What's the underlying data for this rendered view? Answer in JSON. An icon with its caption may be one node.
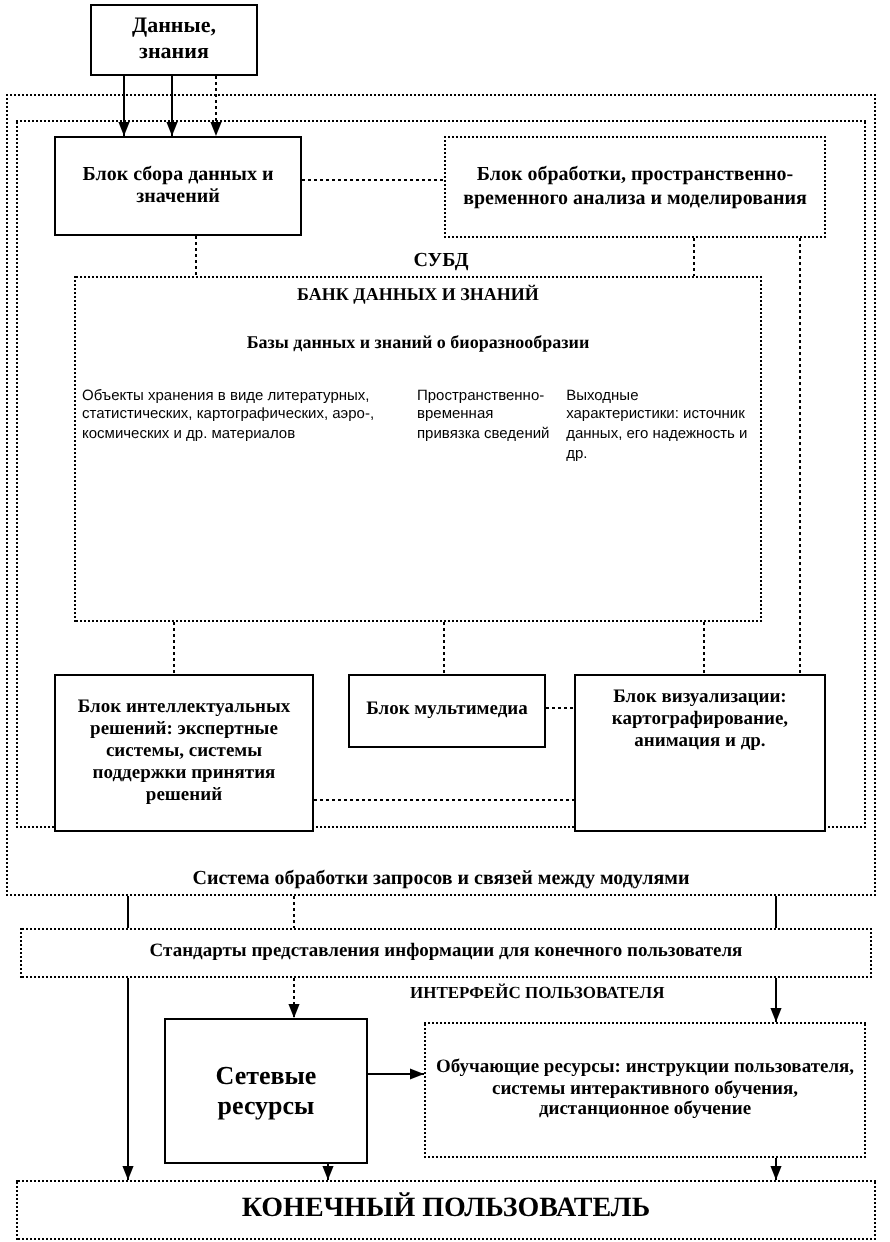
{
  "diagram": {
    "nodes": [
      {
        "text": [
          "Данные, знания"
        ]
      },
      {
        "text": [
          "Система обработки запросов и связей между модулями"
        ]
      },
      {
        "text": [
          "СУБД"
        ],
        "in": 1
      },
      {
        "text": [
          "Блок сбора данных и значений"
        ],
        "in": 2
      },
      {
        "text": [
          "Блок обработки, пространственно-временного анализа и моделирования"
        ],
        "in": 2
      },
      {
        "text": [
          "БАНК ДАННЫХ И ЗНАНИЙ",
          "Базы данных и знаний о биоразнообразии",
          "Объекты хранения в виде литературных, статистических, картографических, аэро-, космических и др. материалов",
          "Пространственно-временная привязка сведений",
          "Выходные характеристики: источник данных, его надежность и др."
        ],
        "in": 2
      },
      {
        "text": [
          "Блок интеллектуальных решений: экспертные системы, системы поддержки принятия решений"
        ],
        "in": 2
      },
      {
        "text": [
          "Блок мультимедиа"
        ],
        "in": 2
      },
      {
        "text": [
          "Блок визуализации: картографирование, анимация и др."
        ],
        "in": 2
      },
      {
        "text": [
          "Стандарты представления информации для конечного пользователя"
        ]
      },
      {
        "text": [
          "Сетевые ресурсы"
        ]
      },
      {
        "text": [
          "Обучающие ресурсы: инструкции пользователя, системы интерактивного обучения, дистанционное обучение"
        ]
      },
      {
        "text": [
          "КОНЕЧНЫЙ ПОЛЬЗОВАТЕЛЬ"
        ]
      }
    ],
    "edges": [
      {
        "from": 0,
        "to": 3,
        "arrow": "to"
      },
      {
        "from": 0,
        "to": 3,
        "arrow": "to"
      },
      {
        "from": 0,
        "to": 3,
        "arrow": "to",
        "style": "dashed"
      },
      {
        "from": 3,
        "to": 4,
        "arrow": "none",
        "style": "dashed"
      },
      {
        "from": 3,
        "to": 5,
        "arrow": "none",
        "style": "dashed"
      },
      {
        "from": 4,
        "to": 5,
        "arrow": "none",
        "style": "dashed"
      },
      {
        "from": 4,
        "to": 8,
        "arrow": "none",
        "style": "dashed"
      },
      {
        "from": 5,
        "to": 6,
        "arrow": "none",
        "style": "dashed"
      },
      {
        "from": 5,
        "to": 7,
        "arrow": "none",
        "style": "dashed"
      },
      {
        "from": 5,
        "to": 8,
        "arrow": "none",
        "style": "dashed"
      },
      {
        "from": 7,
        "to": 8,
        "arrow": "none",
        "style": "dashed"
      },
      {
        "from": 6,
        "to": 8,
        "arrow": "none",
        "style": "dashed"
      },
      {
        "from": 1,
        "to": 9,
        "arrow": "none"
      },
      {
        "from": 1,
        "to": 9,
        "arrow": "none",
        "style": "dashed"
      },
      {
        "from": 1,
        "to": 9,
        "arrow": "none"
      },
      {
        "from": 9,
        "to": 12,
        "arrow": "to"
      },
      {
        "from": 9,
        "to": 10,
        "arrow": "to",
        "style": "dashed"
      },
      {
        "from": 9,
        "to": 11,
        "arrow": "to"
      },
      {
        "from": 10,
        "to": 11,
        "arrow": "to"
      },
      {
        "from": 10,
        "to": 12,
        "arrow": "to"
      },
      {
        "from": 11,
        "to": 12,
        "arrow": "to"
      }
    ],
    "labels": [
      "ИНТЕРФЕЙС ПОЛЬЗОВАТЕЛЯ"
    ]
  }
}
